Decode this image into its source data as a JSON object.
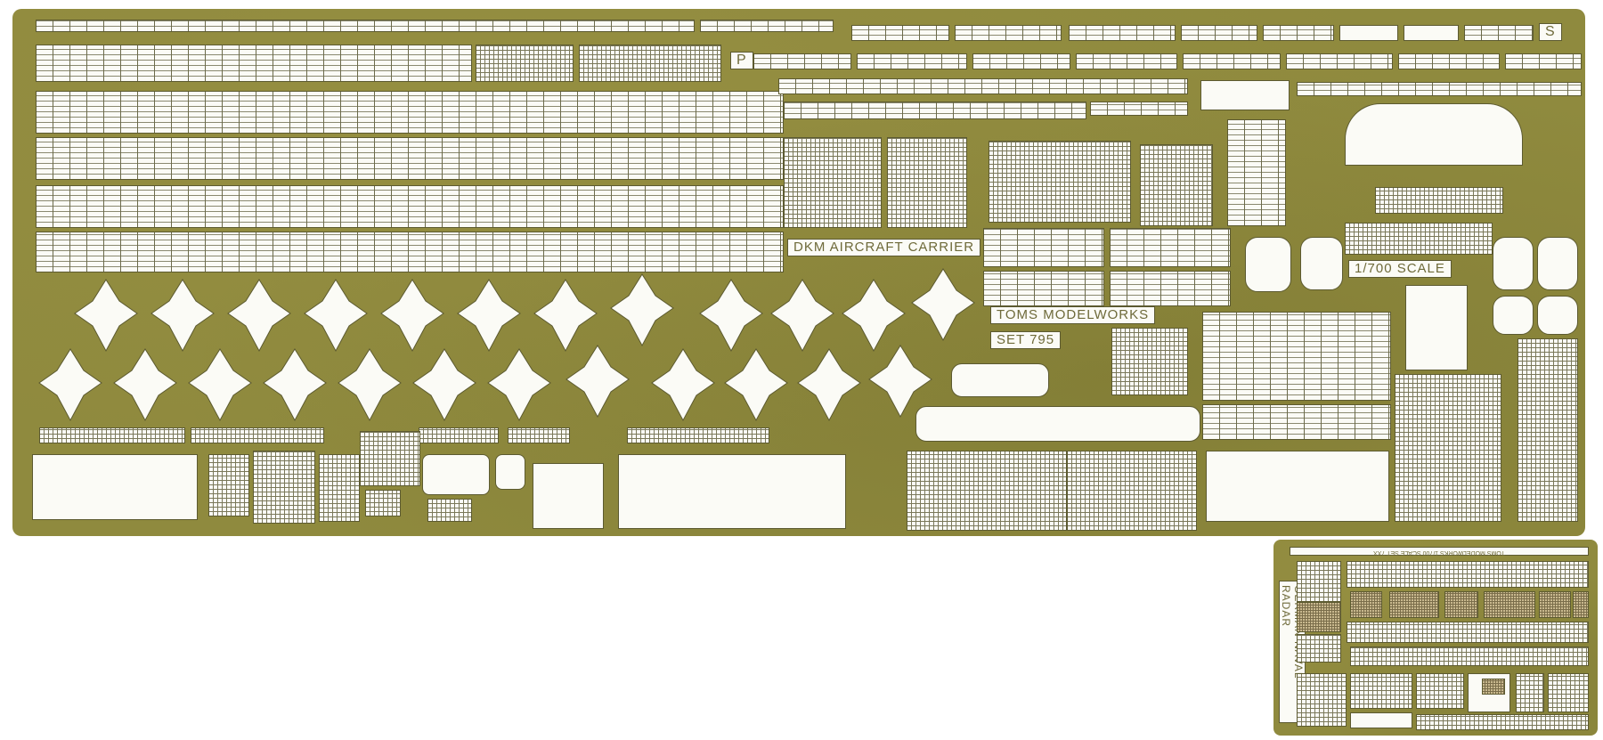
{
  "image": {
    "subject": "photo-etched brass detail fret for a 1/700 scale ship model",
    "background_color": "#ffffff",
    "fret_color": "#8f8a3e",
    "part_color": "#fbfbf6"
  },
  "main_fret": {
    "labels": {
      "title": "DKM AIRCRAFT CARRIER",
      "maker": "TOMS MODELWORKS",
      "set": "SET 795",
      "scale": "1/700 SCALE",
      "port_marker": "P",
      "starboard_marker": "S"
    },
    "railing_rows": 7,
    "aircraft_parts_top_row": 12,
    "aircraft_parts_bottom_row": 12
  },
  "radar_fret": {
    "labels": {
      "side_title": "GERMAN NAVAL RADAR",
      "top_text": "TOMS MODELWORKS 1/700 SCALE SET 7XX"
    }
  }
}
